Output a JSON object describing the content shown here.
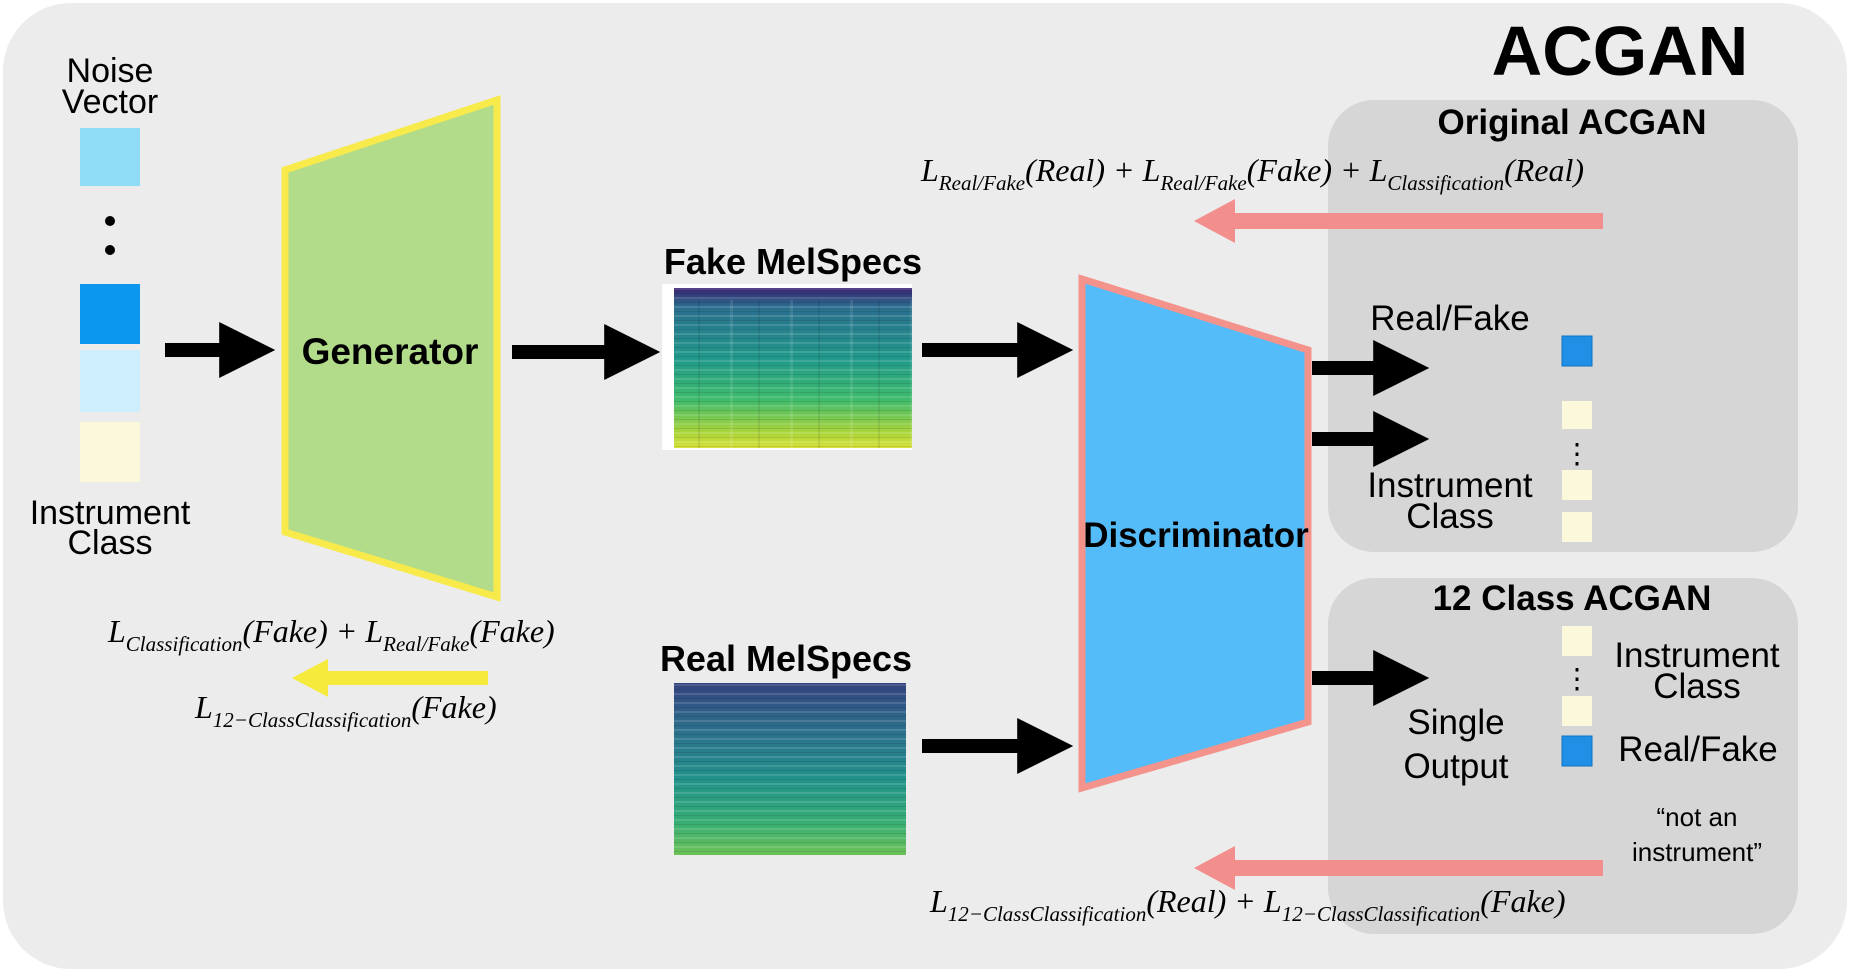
{
  "title": "ACGAN",
  "inputs": {
    "noise_label_line1": "Noise",
    "noise_label_line2": "Vector",
    "dots": ":",
    "class_label_line1": "Instrument",
    "class_label_line2": "Class",
    "colors": [
      "#8fdcf6",
      "#0b97f0",
      "#cdeefa",
      "#fbf8dc"
    ]
  },
  "generator": {
    "label": "Generator",
    "fill": "#b2dc8a",
    "stroke": "#f7ea4a"
  },
  "discriminator": {
    "label": "Discriminator",
    "fill": "#54bcf8",
    "stroke": "#f3938b"
  },
  "fake_melspecs": {
    "label": "Fake MelSpecs"
  },
  "real_melspecs": {
    "label": "Real MelSpecs"
  },
  "generator_loss": {
    "line1": {
      "t1": "L",
      "s1": "Classification",
      "a1": "(Fake) + ",
      "t2": "L",
      "s2": "Real/Fake",
      "a2": "(Fake)"
    },
    "line2": {
      "t": "L",
      "s": "12−ClassClassification",
      "a": "(Fake)"
    },
    "arrow_color": "#f6ea3c"
  },
  "original_acgan": {
    "title": "Original ACGAN",
    "loss": {
      "t1": "L",
      "s1": "Real/Fake",
      "a1": "(Real) + ",
      "t2": "L",
      "s2": "Real/Fake",
      "a2": "(Fake) + ",
      "t3": "L",
      "s3": "Classification",
      "a3": "(Real)"
    },
    "output_realfake": "Real/Fake",
    "output_class_line1": "Instrument",
    "output_class_line2": "Class",
    "dots": "⋮"
  },
  "class12_acgan": {
    "title": "12 Class ACGAN",
    "class_line1": "Instrument",
    "class_line2": "Class",
    "realfake": "Real/Fake",
    "single_line1": "Single",
    "single_line2": "Output",
    "note_line1": "“not an",
    "note_line2": "instrument”",
    "dots": "⋮",
    "loss": {
      "t1": "L",
      "s1": "12−ClassClassification",
      "a1": "(Real) + ",
      "t2": "L",
      "s2": "12−ClassClassification",
      "a2": "(Fake)"
    }
  },
  "colors": {
    "panel_bg": "#ececec",
    "subpanel_bg": "#d6d6d6",
    "loss_arrow": "#f28e8c",
    "black_arrow": "#000000"
  }
}
